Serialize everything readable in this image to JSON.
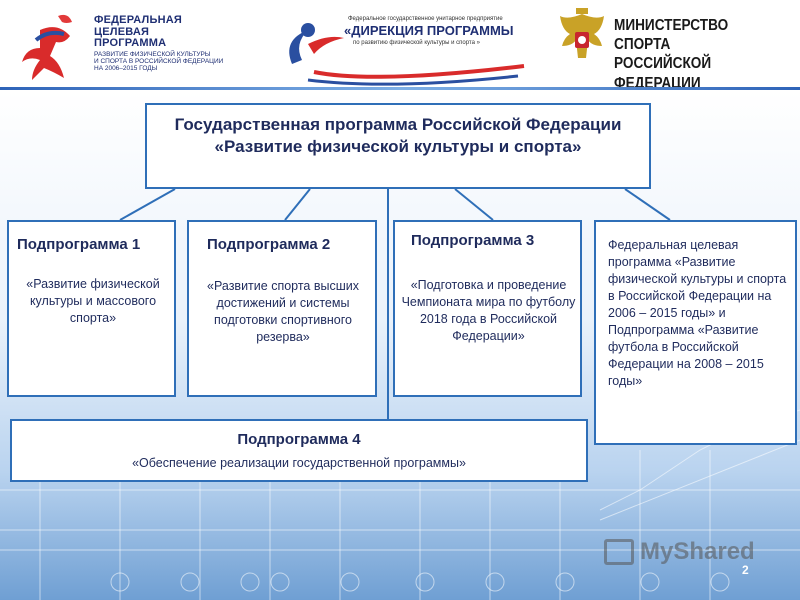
{
  "header": {
    "fcp": {
      "title": "ФЕДЕРАЛЬНАЯ\nЦЕЛЕВАЯ\nПРОГРАММА",
      "subtitle": "РАЗВИТИЕ ФИЗИЧЕСКОЙ КУЛЬТУРЫ\nИ СПОРТА В РОССИЙСКОЙ ФЕДЕРАЦИИ\nНА 2006–2015 ГОДЫ"
    },
    "directorate": {
      "top": "Федеральное государственное унитарное предприятие",
      "main": "«ДИРЕКЦИЯ ПРОГРАММЫ",
      "sub": "по развитию физической культуры и спорта »"
    },
    "ministry": "МИНИСТЕРСТВО СПОРТА\nРОССИЙСКОЙ ФЕДЕРАЦИИ"
  },
  "diagram": {
    "main": "Государственная программа Российской Федерации «Развитие физической культуры и спорта»",
    "sub1": {
      "head": "Подпрограмма 1",
      "body": "«Развитие физической культуры и массового спорта»"
    },
    "sub2": {
      "head": "Подпрограмма 2",
      "body": "«Развитие спорта высших достижений и системы подготовки спортивного резерва»"
    },
    "sub3": {
      "head": "Подпрограмма 3",
      "body": "«Подготовка и проведение Чемпионата мира по футболу 2018 года в Российской Федерации»"
    },
    "fcp": {
      "body": "Федеральная целевая программа «Развитие физической культуры и спорта в Российской Федерации на 2006 – 2015 годы» и Подпрограмма «Развитие футбола в Российской Федерации на 2008 – 2015 годы»"
    },
    "sub4": {
      "head": "Подпрограмма 4",
      "body": "«Обеспечение реализации государственной программы»"
    }
  },
  "slide_number": "2",
  "watermark": "MyShared",
  "colors": {
    "accent": "#2f6fb8",
    "text": "#1f2b5c",
    "connector": "#2f6fb8"
  }
}
